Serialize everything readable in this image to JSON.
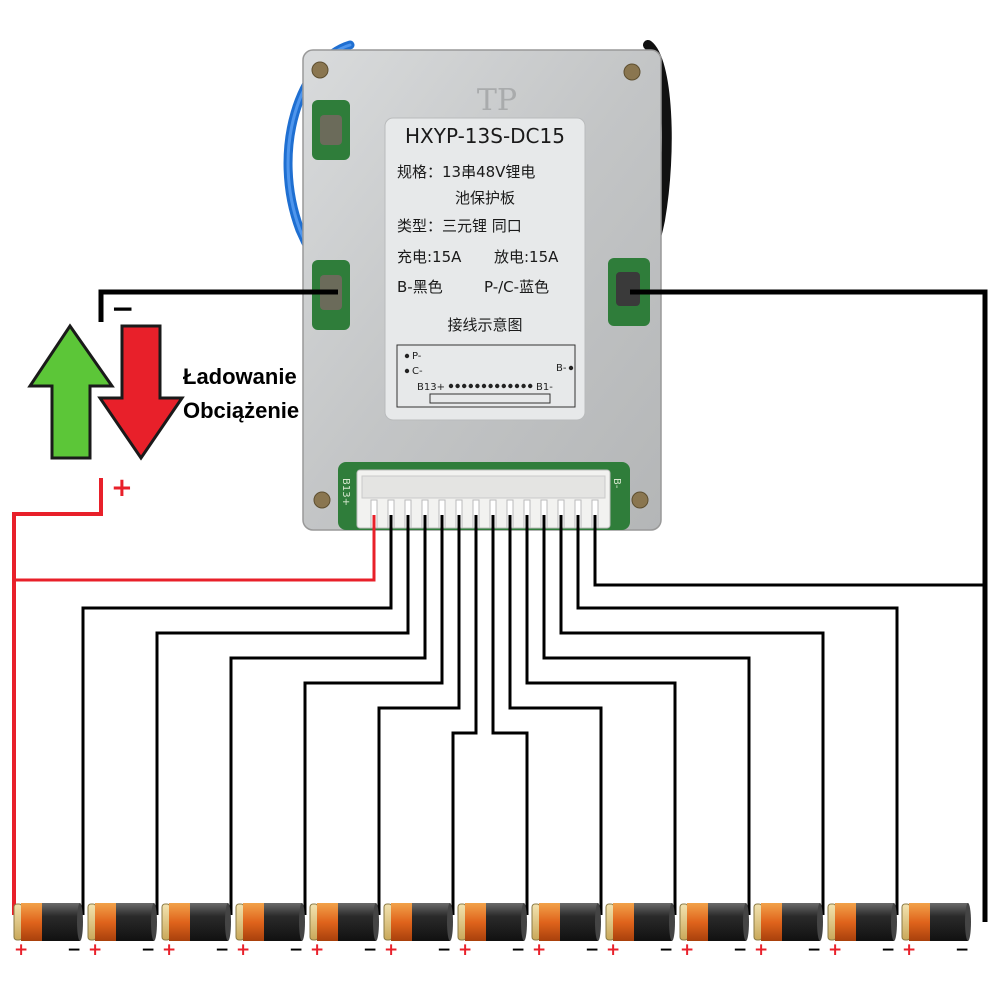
{
  "board": {
    "logo": "TP",
    "model": "HXYP-13S-DC15",
    "spec_line1": "规格：13串48V锂电",
    "spec_line2": "池保护板",
    "type_line": "类型：三元锂  同口",
    "charge": "充电:15A",
    "discharge": "放电:15A",
    "wire_b": "B-黑色",
    "wire_p": "P-/C-蓝色",
    "diagram_title": "接线示意图",
    "pin_p": "P-",
    "pin_c": "C-",
    "pin_b13": "B13+",
    "pin_b1": "B1-",
    "pin_b_minus": "B-",
    "connector_left": "B13+",
    "connector_right": "B-"
  },
  "legend": {
    "charging": "Ładowanie",
    "load": "Obciążenie",
    "minus": "−",
    "plus": "+"
  },
  "colors": {
    "arrow_up": "#5cc638",
    "arrow_down": "#e8202a",
    "wire_black": "#000000",
    "wire_red": "#e8202a",
    "wire_blue": "#1f6fd1",
    "board": "#c8cacb"
  },
  "cells": {
    "count": 13,
    "plus_label": "+",
    "minus_label": "−"
  }
}
